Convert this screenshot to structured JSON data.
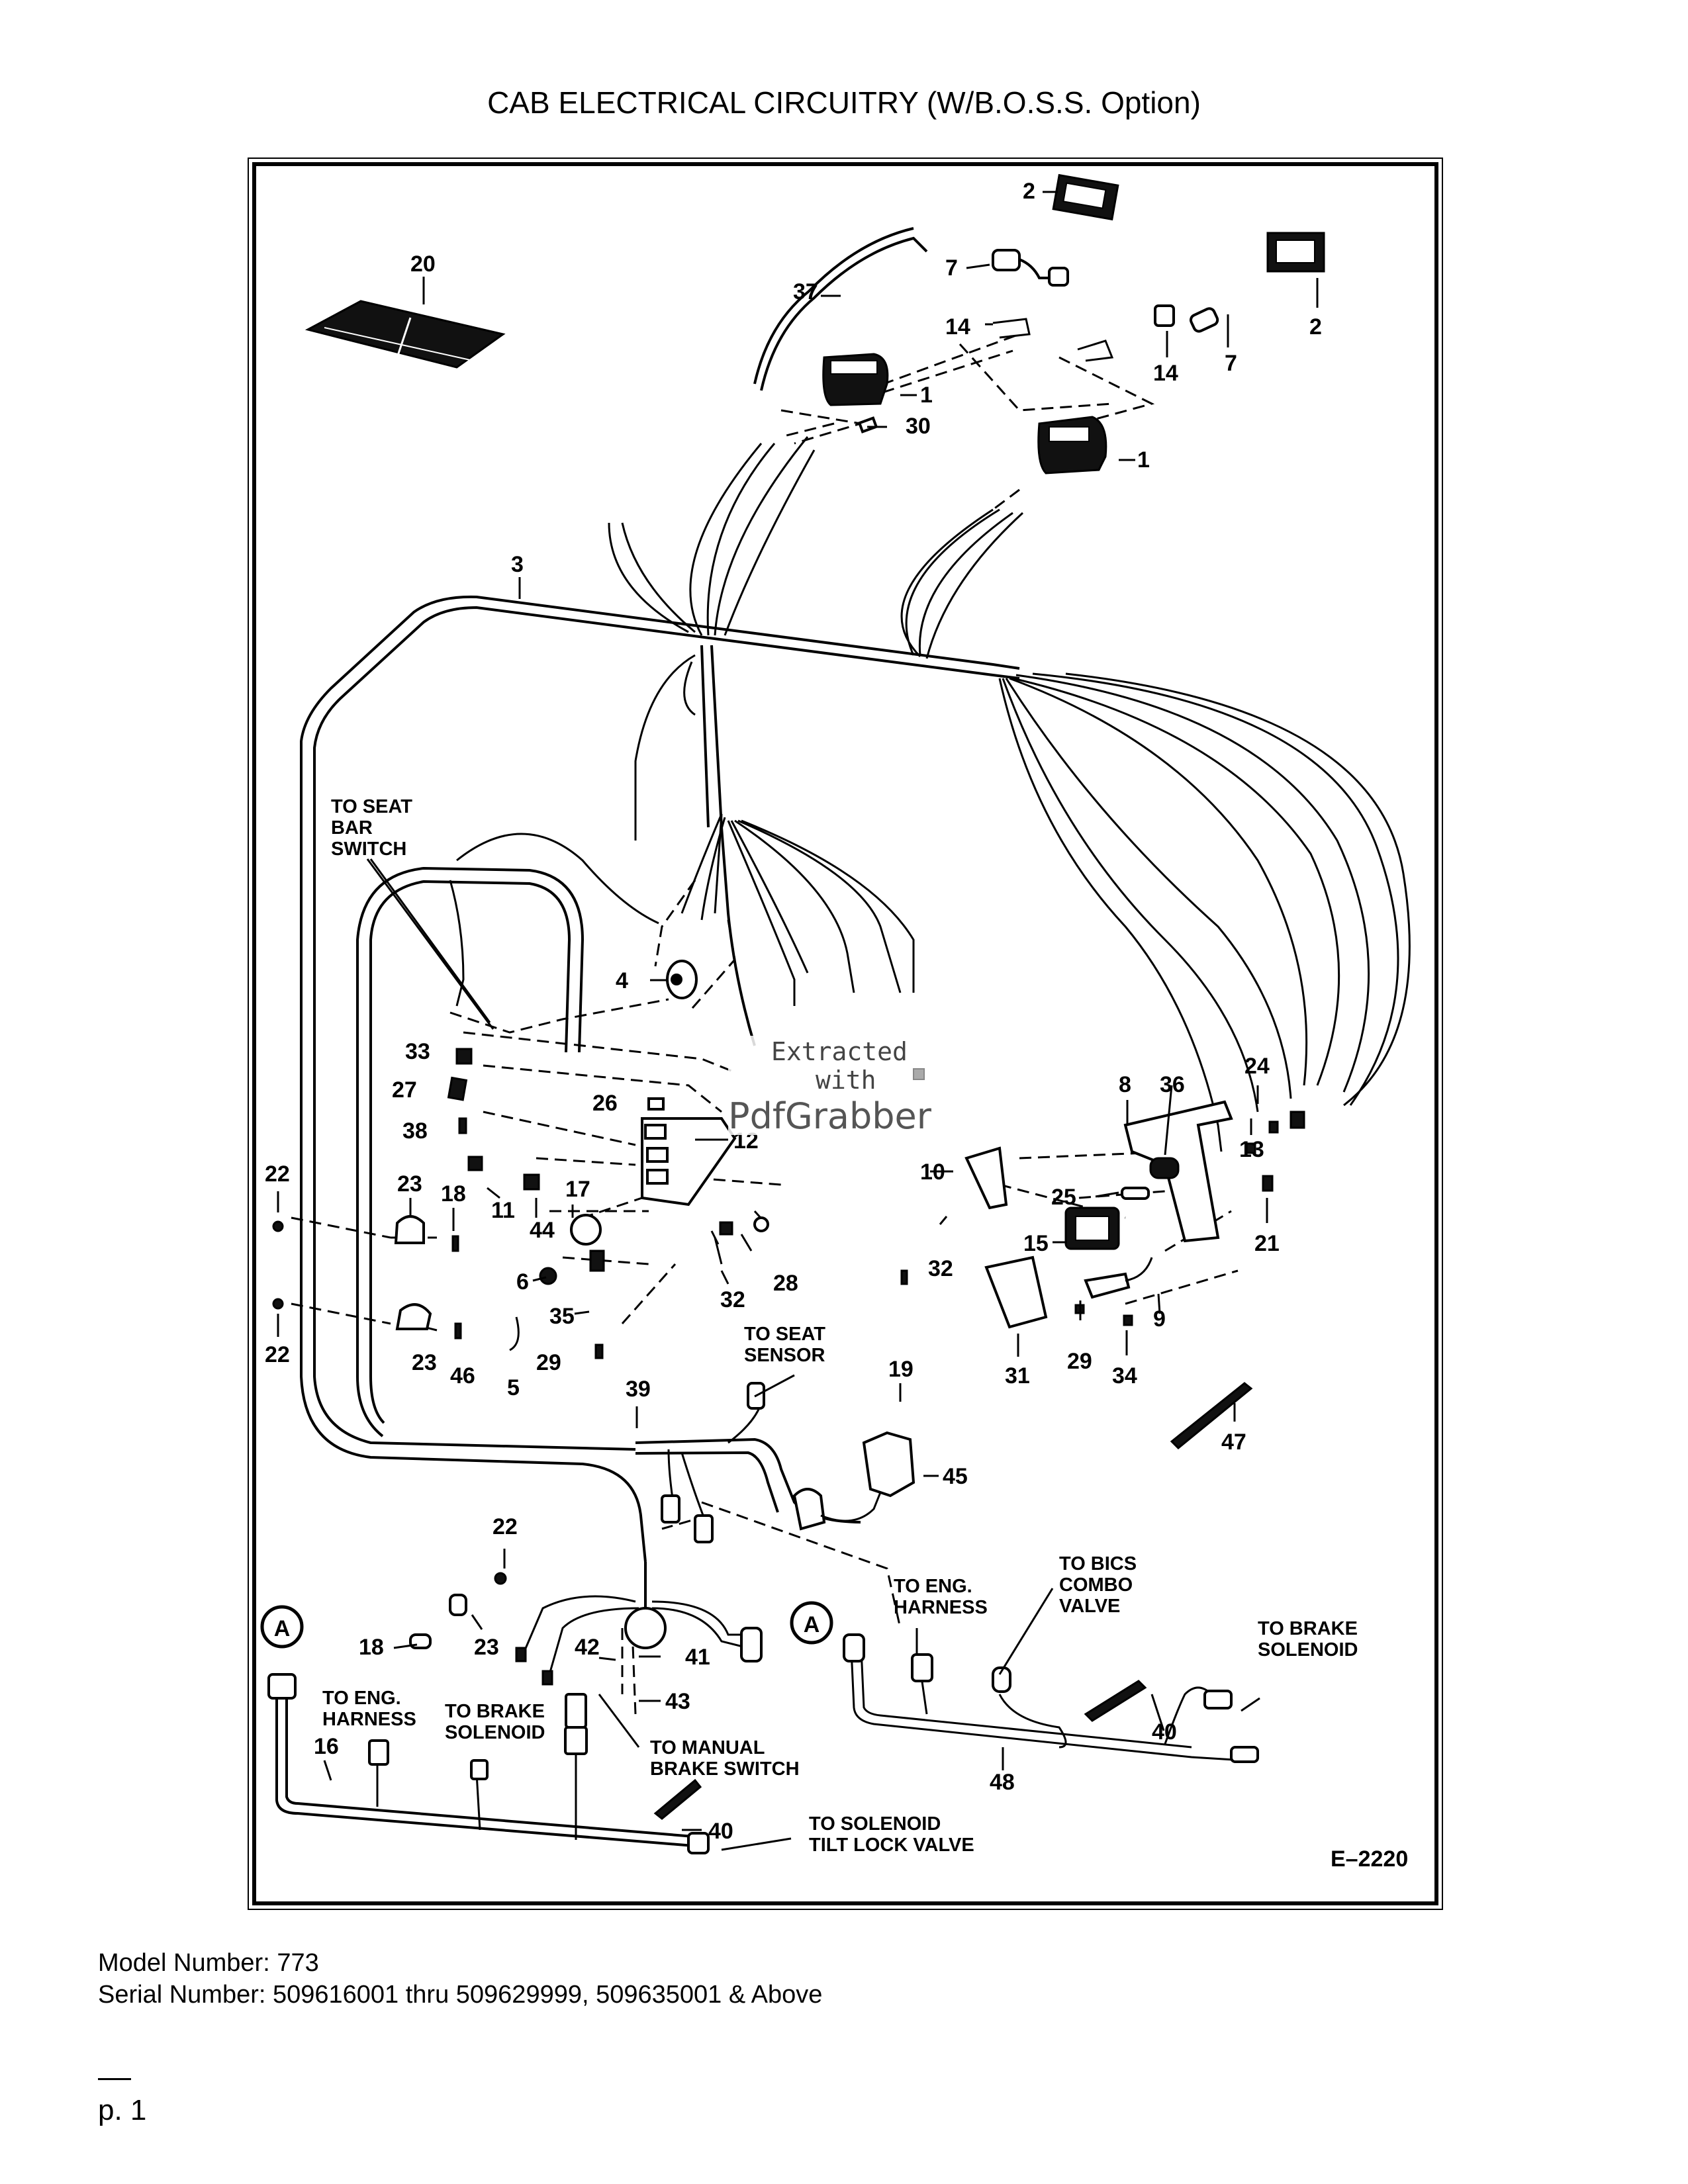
{
  "title": "CAB ELECTRICAL CIRCUITRY (W/B.O.S.S. Option)",
  "drawing_number": "E–2220",
  "watermark": {
    "line1": "Extracted",
    "line2": "with",
    "line3": "PdfGrabber"
  },
  "callouts": {
    "c2a": "2",
    "c2b": "2",
    "c7a": "7",
    "c7b": "7",
    "c14a": "14",
    "c14b": "14",
    "c1a": "1",
    "c1b": "1",
    "c20": "20",
    "c37": "37",
    "c30": "30",
    "c3": "3",
    "c4": "4",
    "c33": "33",
    "c27": "27",
    "c38": "38",
    "c26": "26",
    "c12": "12",
    "c22a": "22",
    "c22b": "22",
    "c22c": "22",
    "c23a": "23",
    "c23b": "23",
    "c23c": "23",
    "c18a": "18",
    "c18b": "18",
    "c11": "11",
    "c44": "44",
    "c17": "17",
    "c6": "6",
    "c35": "35",
    "c29a": "29",
    "c29b": "29",
    "c5": "5",
    "c46": "46",
    "c28": "28",
    "c32a": "32",
    "c32b": "32",
    "c39": "39",
    "c19": "19",
    "c45": "45",
    "c8": "8",
    "c36": "36",
    "c24": "24",
    "c13": "13",
    "c10": "10",
    "c25": "25",
    "c15": "15",
    "c21": "21",
    "c9": "9",
    "c31": "31",
    "c34": "34",
    "c47": "47",
    "c42": "42",
    "c41": "41",
    "c43": "43",
    "c16": "16",
    "c40a": "40",
    "c40b": "40",
    "c48": "48"
  },
  "notes": {
    "seat_bar": [
      "TO SEAT",
      "BAR",
      "SWITCH"
    ],
    "seat_sensor": [
      "TO SEAT",
      "SENSOR"
    ],
    "eng_harness_right": [
      "TO ENG.",
      "HARNESS"
    ],
    "bics_valve": [
      "TO BICS",
      "COMBO",
      "VALVE"
    ],
    "brake_solenoid_right": [
      "TO BRAKE",
      "SOLENOID"
    ],
    "eng_harness_left": [
      "TO ENG.",
      "HARNESS"
    ],
    "brake_solenoid_left": [
      "TO BRAKE",
      "SOLENOID"
    ],
    "manual_brake": [
      "TO MANUAL",
      "BRAKE SWITCH"
    ],
    "tilt_lock": [
      "TO SOLENOID",
      "TILT LOCK VALVE"
    ]
  },
  "detail_markers": {
    "left": "A",
    "right": "A"
  },
  "footer": {
    "model": "Model Number: 773",
    "serial": "Serial Number: 509616001 thru 509629999, 509635001 & Above",
    "page": "p. 1"
  }
}
